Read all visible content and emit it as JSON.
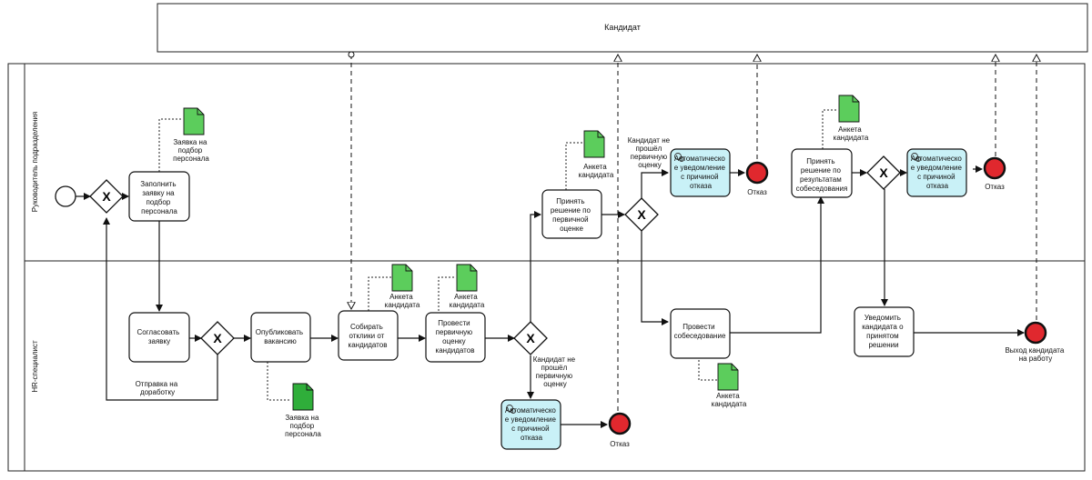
{
  "pool_top": {
    "title": "Кандидат"
  },
  "lanes": [
    {
      "id": "lane-manager",
      "label": "Руководитель подразделения"
    },
    {
      "id": "lane-hr",
      "label": "HR-специалист"
    }
  ],
  "tasks": [
    {
      "id": "t-fill",
      "lines": [
        "Заполнить",
        "заявку на",
        "подбор",
        "персонала"
      ],
      "kind": "user"
    },
    {
      "id": "t-approve",
      "lines": [
        "Согласовать",
        "заявку"
      ],
      "kind": "user"
    },
    {
      "id": "t-publish",
      "lines": [
        "Опубликовать",
        "вакансию"
      ],
      "kind": "user"
    },
    {
      "id": "t-collect",
      "lines": [
        "Собирать",
        "отклики от",
        "кандидатов"
      ],
      "kind": "user"
    },
    {
      "id": "t-eval",
      "lines": [
        "Провести",
        "первичную",
        "оценку",
        "кандидатов"
      ],
      "kind": "user"
    },
    {
      "id": "t-decide1",
      "lines": [
        "Принять",
        "решение по",
        "первичной",
        "оценке"
      ],
      "kind": "user"
    },
    {
      "id": "t-auto1",
      "lines": [
        "Автоматическо",
        "е уведомление",
        "с причиной",
        "отказа"
      ],
      "kind": "service"
    },
    {
      "id": "t-auto2",
      "lines": [
        "Автоматическо",
        "е уведомление",
        "с причиной",
        "отказа"
      ],
      "kind": "service"
    },
    {
      "id": "t-interview",
      "lines": [
        "Провести",
        "собеседование"
      ],
      "kind": "user"
    },
    {
      "id": "t-decide2",
      "lines": [
        "Принять",
        "решение по",
        "результатам",
        "собеседования"
      ],
      "kind": "user"
    },
    {
      "id": "t-auto3",
      "lines": [
        "Автоматическо",
        "е уведомление",
        "с причиной",
        "отказа"
      ],
      "kind": "service"
    },
    {
      "id": "t-notify",
      "lines": [
        "Уведомить",
        "кандидата о",
        "принятом",
        "решении"
      ],
      "kind": "user"
    }
  ],
  "documents": [
    {
      "id": "d1",
      "lines": [
        "Заявка на",
        "подбор",
        "персонала"
      ]
    },
    {
      "id": "d2",
      "lines": [
        "Заявка на",
        "подбор",
        "персонала"
      ]
    },
    {
      "id": "d3",
      "lines": [
        "Анкета",
        "кандидата"
      ]
    },
    {
      "id": "d4",
      "lines": [
        "Анкета",
        "кандидата"
      ]
    },
    {
      "id": "d5",
      "lines": [
        "Анкета",
        "кандидата"
      ]
    },
    {
      "id": "d6",
      "lines": [
        "Анкета",
        "кандидата"
      ]
    },
    {
      "id": "d7",
      "lines": [
        "Анкета",
        "кандидата"
      ]
    }
  ],
  "end_events": [
    {
      "id": "e1",
      "lines": [
        "Отказ"
      ]
    },
    {
      "id": "e2",
      "lines": [
        "Отказ"
      ]
    },
    {
      "id": "e3",
      "lines": [
        "Отказ"
      ]
    },
    {
      "id": "e4",
      "lines": [
        "Выход кандидата",
        "на работу"
      ]
    }
  ],
  "flow_labels": {
    "rework": [
      "Отправка на",
      "доработку"
    ],
    "reject_primary_top": [
      "Кандидат не",
      "прошёл",
      "первичную",
      "оценку"
    ],
    "reject_primary_bottom": [
      "Кандидат не",
      "прошёл",
      "первичную",
      "оценку"
    ]
  },
  "colors": {
    "document_fill": "#5ccd5c",
    "document_fill_dark": "#2fae3a",
    "service_fill": "#c9f1f7",
    "end_fill": "#e0282e"
  }
}
